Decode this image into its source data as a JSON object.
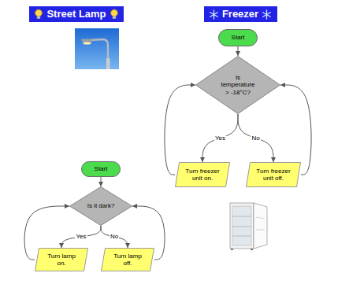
{
  "diagram": {
    "nodes": [
      {
        "text": [
          "Street Lamp"
        ]
      },
      {
        "text": [
          "Freezer"
        ]
      },
      {
        "text": [
          "Start"
        ]
      },
      {
        "text": [
          "Is it dark?"
        ]
      },
      {
        "text": [
          "Turn lamp on."
        ]
      },
      {
        "text": [
          "Turn lamp off."
        ]
      },
      {
        "text": [
          "Start"
        ]
      },
      {
        "text": [
          "Is temperature > -18°C?"
        ]
      },
      {
        "text": [
          "Turn freezer unit on."
        ]
      },
      {
        "text": [
          "Turn freezer unit off."
        ]
      }
    ],
    "edges": [
      {
        "from": 2,
        "to": 3,
        "arrow": "to"
      },
      {
        "from": 3,
        "to": 4,
        "label": "Yes",
        "arrow": "to"
      },
      {
        "from": 3,
        "to": 5,
        "label": "No",
        "arrow": "to"
      },
      {
        "from": 4,
        "to": 3,
        "arrow": "to"
      },
      {
        "from": 5,
        "to": 3,
        "arrow": "to"
      },
      {
        "from": 6,
        "to": 7,
        "arrow": "to"
      },
      {
        "from": 7,
        "to": 8,
        "label": "Yes",
        "arrow": "to"
      },
      {
        "from": 7,
        "to": 9,
        "label": "No",
        "arrow": "to"
      },
      {
        "from": 8,
        "to": 7,
        "arrow": "to"
      },
      {
        "from": 9,
        "to": 7,
        "arrow": "to"
      }
    ]
  }
}
